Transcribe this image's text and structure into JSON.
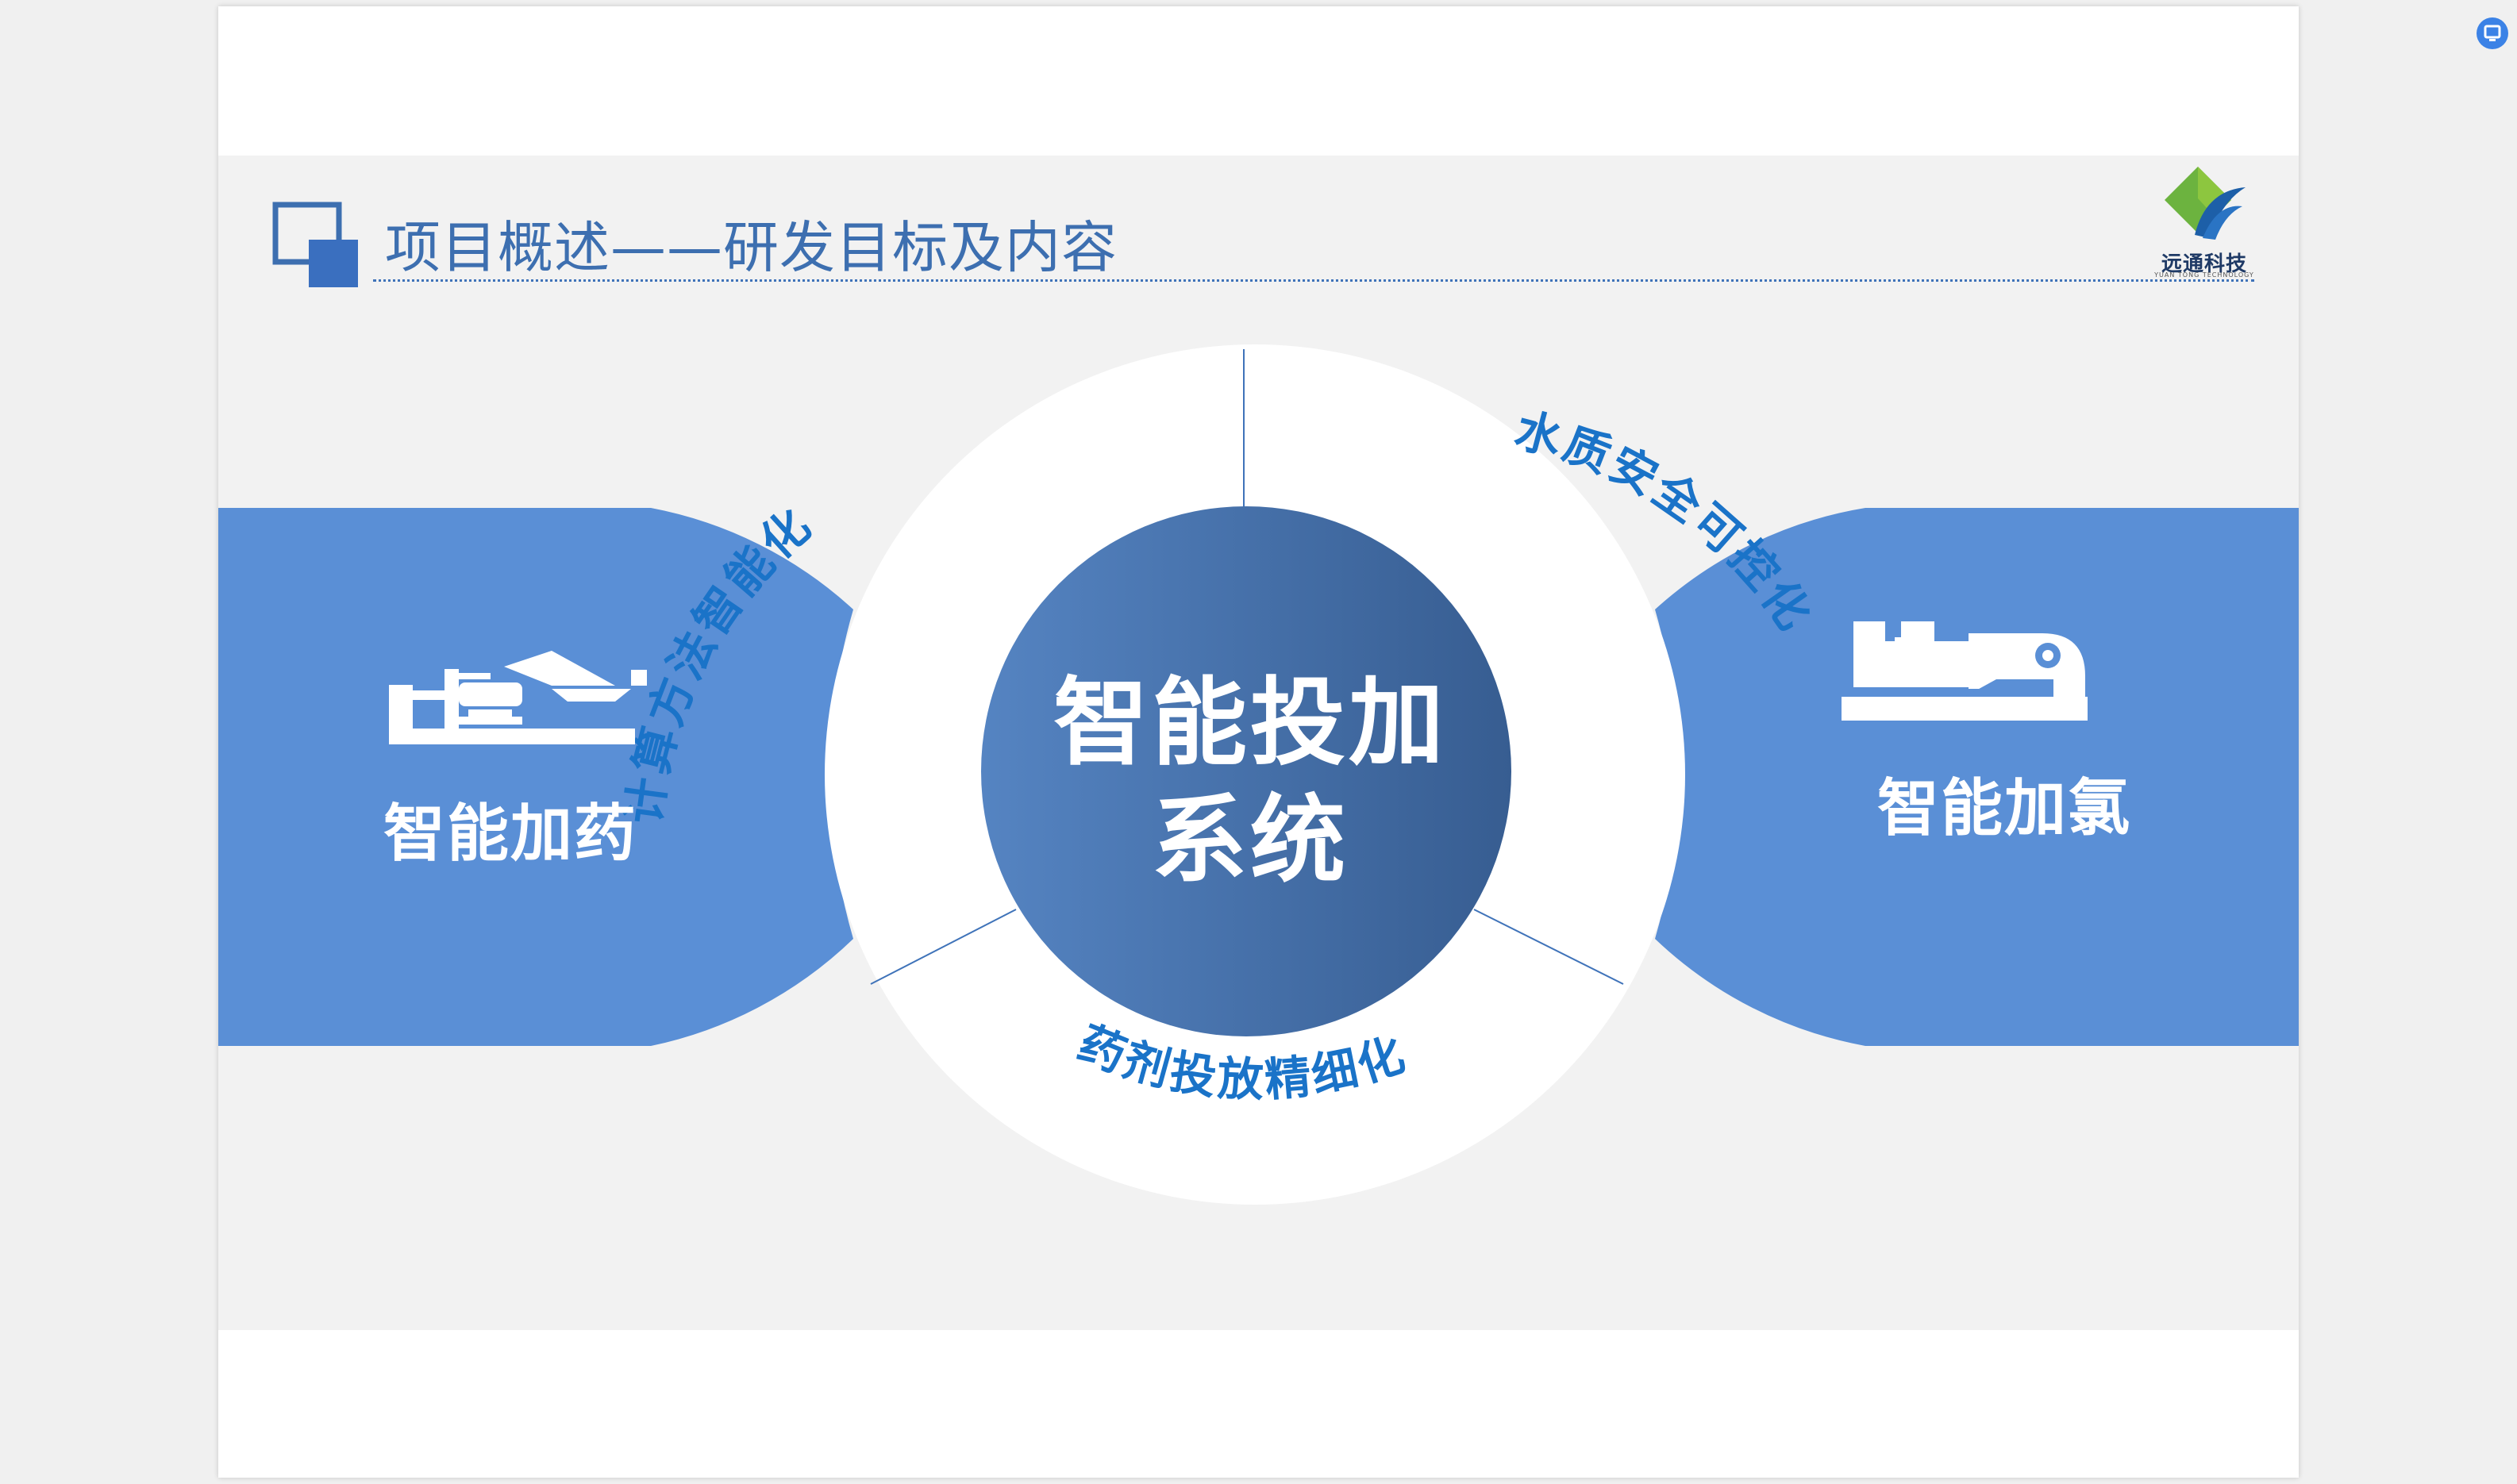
{
  "slide": {
    "title": "项目概述——研发目标及内容",
    "logo": {
      "name": "远通科技",
      "subtitle": "YUAN TONG TECHNOLOGY"
    }
  },
  "diagram": {
    "center": {
      "line1": "智能投加",
      "line2": "系统"
    },
    "ring_segments": [
      "计算方法智能化",
      "水质安全可控化",
      "药剂投放精细化"
    ],
    "left_panel": {
      "label": "智能加药",
      "icon": "dosing-machine-icon"
    },
    "right_panel": {
      "label": "智能加氯",
      "icon": "chlorinator-icon"
    }
  },
  "colors": {
    "panel_blue": "#5a8fd6",
    "center_dark": "#3a5f93",
    "center_light": "#5584c2",
    "ring_text": "#1a73c8",
    "title_blue": "#3d6fb0",
    "band_gray": "#f2f2f2"
  }
}
